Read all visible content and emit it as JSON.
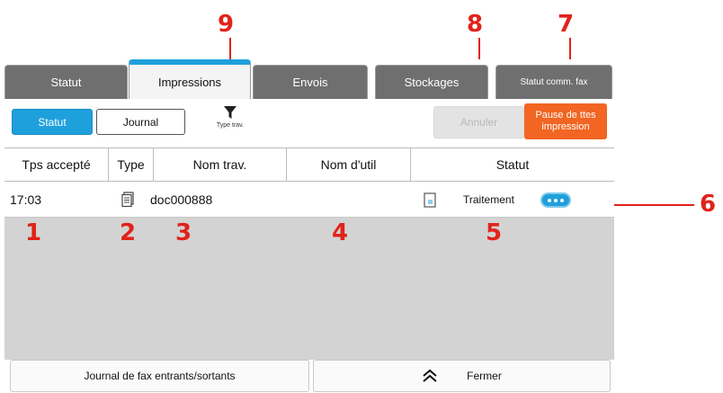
{
  "callouts": [
    "1",
    "2",
    "3",
    "4",
    "5",
    "6",
    "7",
    "8",
    "9"
  ],
  "tabs": [
    {
      "label": "Statut",
      "active": false
    },
    {
      "label": "Impressions",
      "active": true
    },
    {
      "label": "Envois",
      "active": false
    },
    {
      "label": "Stockages",
      "active": false
    },
    {
      "label": "Statut comm. fax",
      "active": false
    }
  ],
  "toolbar": {
    "statut_label": "Statut",
    "journal_label": "Journal",
    "filter_label": "Type trav.",
    "filter_icon": "funnel-icon",
    "cancel_label": "Annuler",
    "pause_label": "Pause de ttes impression"
  },
  "table": {
    "columns": [
      "Tps accepté",
      "Type",
      "Nom trav.",
      "Nom d'util",
      "Statut"
    ],
    "rows": [
      {
        "time": "17:03",
        "type_icon": "document-stack-icon",
        "job_name": "doc000888",
        "user_name": "",
        "status_icon": "page-icon",
        "status": "Traitement"
      }
    ]
  },
  "bottom": {
    "fax_log_label": "Journal de fax entrants/sortants",
    "close_label": "Fermer",
    "close_icon": "double-chevron-up-icon"
  },
  "colors": {
    "callout": "#e0231a",
    "accent_blue": "#1ea0dc",
    "pause_orange": "#f26522",
    "tab_inactive": "#6f6f6f",
    "panel_gray": "#d3d3d3"
  }
}
